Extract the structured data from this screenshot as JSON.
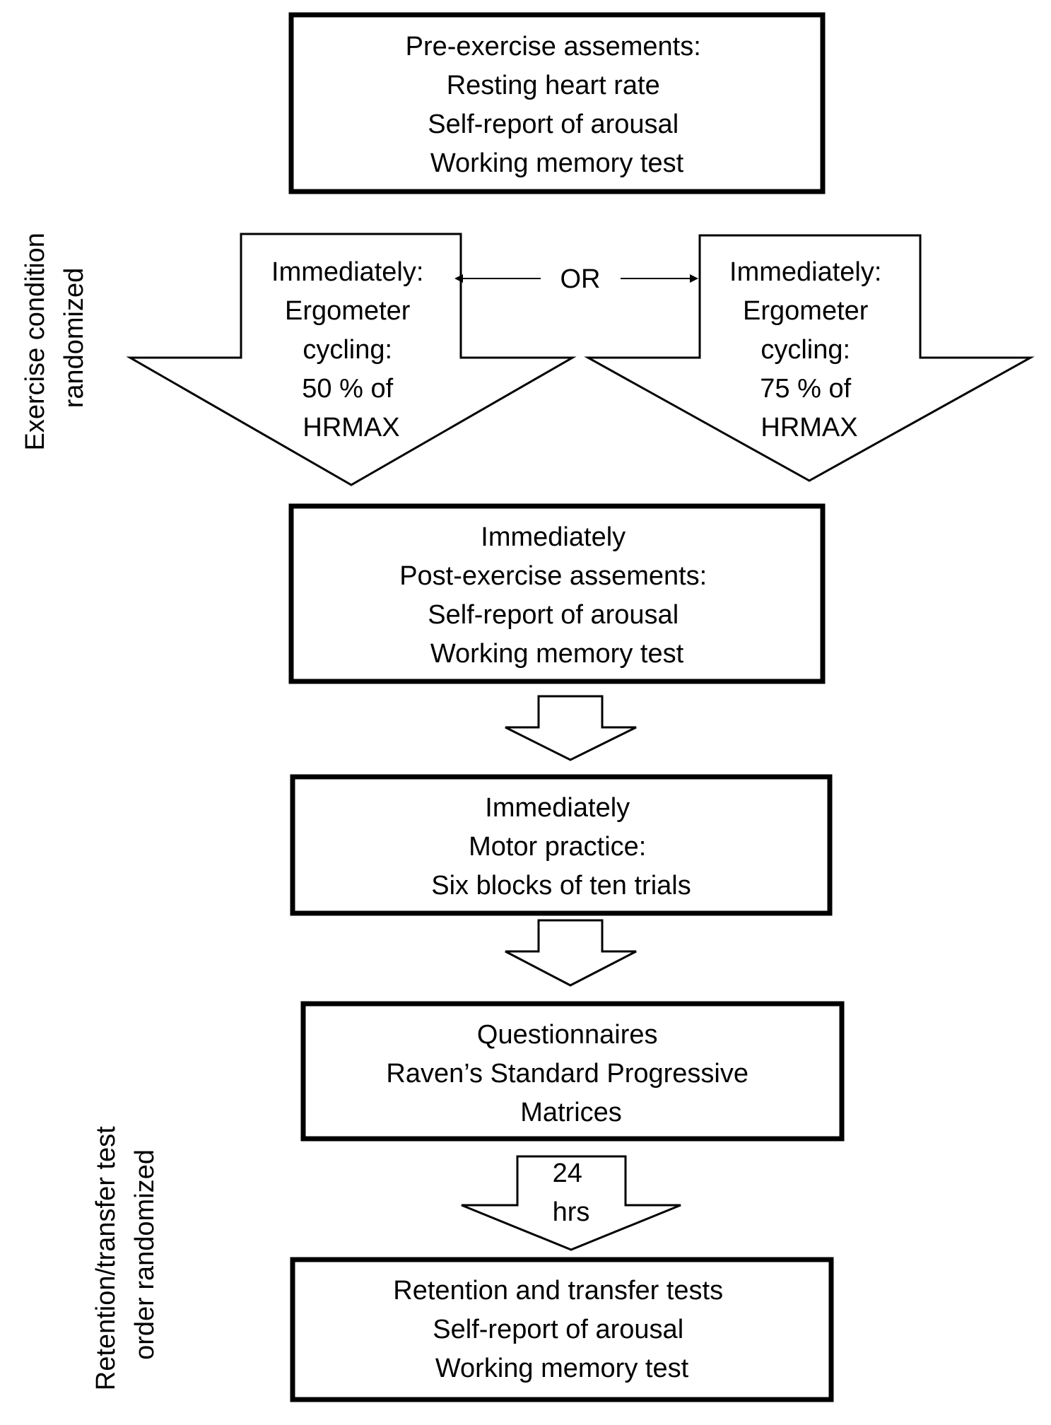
{
  "colors": {
    "stroke": "#000000",
    "fill": "#ffffff",
    "text": "#000000"
  },
  "boxes": {
    "pre": {
      "lines": [
        "Pre-exercise assements:",
        "Resting heart rate",
        "Self-report of arousal",
        "Working memory test"
      ]
    },
    "post": {
      "lines": [
        "Immediately",
        "Post-exercise assements:",
        "Self-report of arousal",
        "Working memory test"
      ]
    },
    "motor": {
      "lines": [
        "Immediately",
        "Motor practice:",
        "Six blocks of ten trials"
      ]
    },
    "quest": {
      "lines": [
        "Questionnaires",
        "Raven’s Standard Progressive",
        "Matrices"
      ]
    },
    "retention": {
      "lines": [
        "Retention and transfer tests",
        "Self-report of arousal",
        "Working memory test"
      ]
    }
  },
  "arrows": {
    "left": {
      "lines": [
        "Immediately:",
        "Ergometer",
        "cycling:",
        "50 % of",
        "HRMAX"
      ]
    },
    "right": {
      "lines": [
        "Immediately:",
        "Ergometer",
        "cycling:",
        "75 % of",
        "HRMAX"
      ]
    },
    "hrs": {
      "lines": [
        "24",
        "hrs"
      ]
    }
  },
  "or_label": "OR",
  "side_labels": {
    "exercise": {
      "lines": [
        "Exercise condition",
        "randomized"
      ]
    },
    "retention": {
      "lines": [
        "Retention/transfer test",
        "order randomized"
      ]
    }
  }
}
